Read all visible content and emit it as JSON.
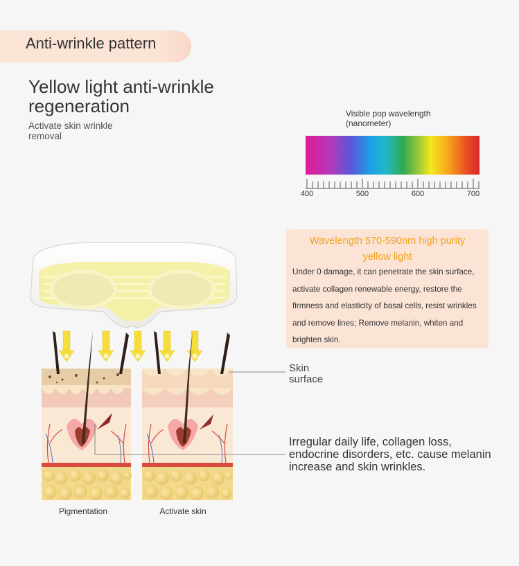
{
  "header": {
    "pill_label": "Anti-wrinkle pattern",
    "title": "Yellow light anti-wrinkle regeneration",
    "subtitle": "Activate skin wrinkle removal"
  },
  "spectrum": {
    "label": "Visible pop wavelength (nanometer)",
    "ticks": [
      "400",
      "500",
      "600",
      "700"
    ]
  },
  "info": {
    "headline": "Wavelength 570-590nm high purity yellow light",
    "body": "Under 0 damage, it can penetrate the skin surface, activate collagen renewable energy, restore the firmness and elasticity of basal cells, resist wrinkles and remove lines; Remove melanin, whiten and brighten skin."
  },
  "callouts": {
    "skin_surface": "Skin surface",
    "cause": "Irregular daily life, collagen loss, endocrine disorders, etc. cause melanin increase and skin wrinkles."
  },
  "captions": {
    "left": "Pigmentation",
    "right": "Activate skin"
  },
  "colors": {
    "accent_yellow": "#f2a21b",
    "pill_bg": "#fbe3d6",
    "mask_yellow": "#f4f0a0"
  },
  "icons": [
    "eye-mask-device-illustration",
    "light-arrow-icon",
    "skin-cross-section-illustration",
    "color-spectrum-bar"
  ]
}
